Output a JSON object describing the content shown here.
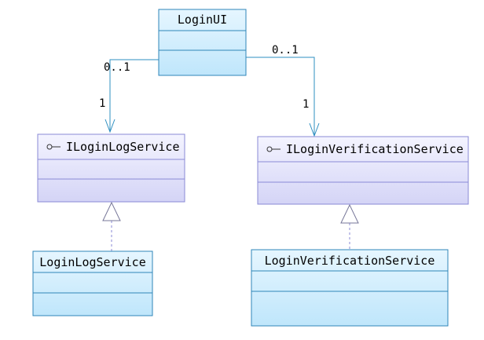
{
  "diagram": {
    "classes": {
      "login_ui": {
        "name": "LoginUI"
      },
      "ilogin_log_service": {
        "name": "ILoginLogService"
      },
      "ilogin_verification_service": {
        "name": "ILoginVerificationService"
      },
      "login_log_service": {
        "name": "LoginLogService"
      },
      "login_verification_service": {
        "name": "LoginVerificationService"
      }
    },
    "associations": {
      "to_log": {
        "source_multiplicity": "0..1",
        "target_multiplicity": "1"
      },
      "to_verification": {
        "source_multiplicity": "0..1",
        "target_multiplicity": "1"
      }
    },
    "icons": {
      "interface": "interface-lollipop-icon"
    },
    "colors": {
      "class_border": "#2f86b8",
      "class_fill_top": "#e6f6ff",
      "class_fill_bottom": "#bfe6fb",
      "interface_border": "#8a8ad6",
      "interface_fill_top": "#f4f4ff",
      "interface_fill_bottom": "#d4d4f6",
      "association_line": "#2e8fc0",
      "realization_line": "#8a8ad6",
      "text": "#000000"
    }
  }
}
